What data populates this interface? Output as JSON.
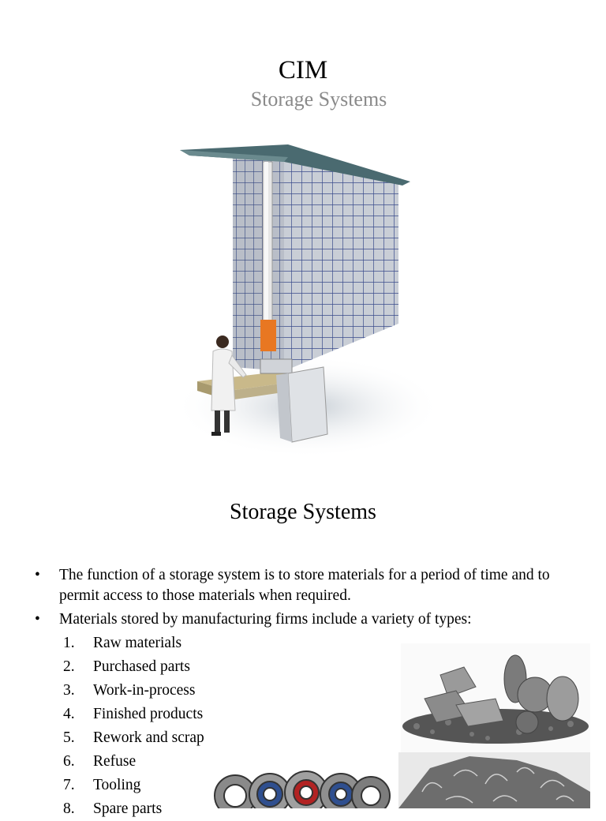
{
  "slide1": {
    "title": "CIM",
    "subtitle": "Storage Systems"
  },
  "slide2": {
    "title": "Storage Systems",
    "bullets": [
      "The function of a storage system is to store materials for a period of time and to permit access to those materials when required.",
      "Materials stored by manufacturing firms include a variety of types:"
    ],
    "bullet_marker": "•",
    "numbered_items": [
      {
        "n": "1.",
        "label": "Raw materials"
      },
      {
        "n": "2.",
        "label": "Purchased parts"
      },
      {
        "n": "3.",
        "label": "Work-in-process"
      },
      {
        "n": "4.",
        "label": "Finished products"
      },
      {
        "n": "5.",
        "label": "Rework and scrap"
      },
      {
        "n": "6.",
        "label": "Refuse"
      },
      {
        "n": "7.",
        "label": "Tooling"
      },
      {
        "n": "8.",
        "label": "Spare parts"
      }
    ]
  }
}
